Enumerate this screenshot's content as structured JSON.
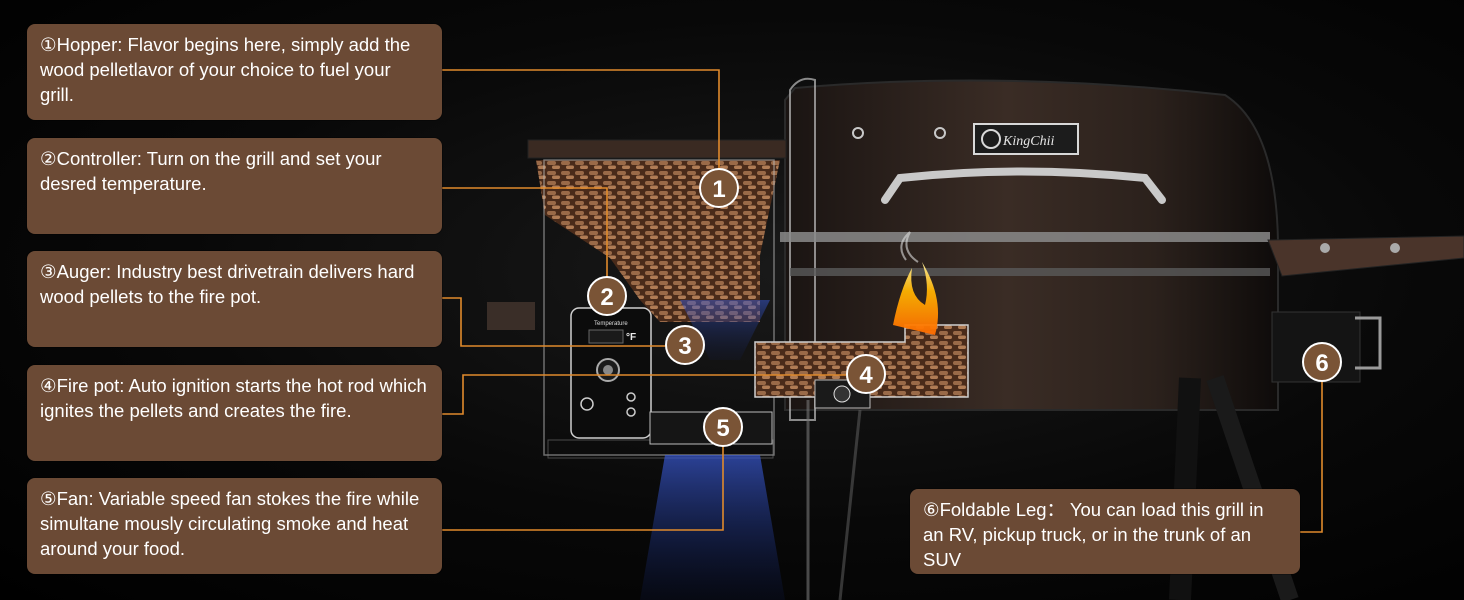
{
  "callouts": [
    {
      "id": 1,
      "text": "①Hopper: Flavor begins here, simply add the wood pelletlavor of your choice to fuel your grill."
    },
    {
      "id": 2,
      "text": "②Controller: Turn on the grill and set your desred temperature."
    },
    {
      "id": 3,
      "text": "③Auger: Industry best drivetrain delivers hard wood pellets to the fire pot."
    },
    {
      "id": 4,
      "text": "④Fire pot: Auto ignition starts the hot rod which ignites the pellets and creates the fire."
    },
    {
      "id": 5,
      "text": "⑤Fan: Variable speed fan stokes the fire while simultane mously circulating smoke and heat around your food."
    },
    {
      "id": 6,
      "text": "⑥Foldable Leg： You can load this grill in an RV, pickup truck, or in the trunk of an SUV"
    }
  ],
  "markers": [
    "1",
    "2",
    "3",
    "4",
    "5",
    "6"
  ],
  "brand": {
    "logo_text": "KingChii"
  },
  "controller": {
    "label": "Temperature",
    "unit": "°F"
  },
  "colors": {
    "callout_bg": "#6b4a35",
    "marker_fill": "#7a5436",
    "leader_line": "#e08a2c",
    "background": "#000000"
  }
}
